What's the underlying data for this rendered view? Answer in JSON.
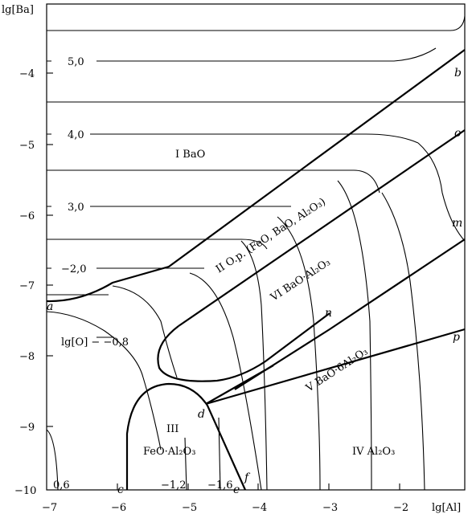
{
  "axes": {
    "y_label": "lg[Ba]",
    "x_label": "lg[Al]",
    "y_ticks": [
      "−4",
      "−5",
      "−6",
      "−7",
      "−8",
      "−9",
      "−10"
    ],
    "x_ticks": [
      "−7",
      "−6",
      "−5",
      "−4",
      "−3",
      "−2"
    ]
  },
  "isolines": {
    "label_5": "5,0",
    "label_4": "4,0",
    "label_3": "3,0",
    "label_2": "−2,0",
    "lgO_label": "lg[O] − −0,8",
    "bottom_06": "0,6",
    "bottom_12": "−1,2",
    "bottom_16": "−1,6"
  },
  "regions": {
    "r1": "I  BaO",
    "r2": "II O.p. (FeO, BaO, Al₂O₃)",
    "r6": "VI  BaO·Al₂O₃",
    "r5": "V  BaO·6Al₂O₃",
    "r4": "IV  Al₂O₃",
    "r3_num": "III",
    "r3_name": "FeO·Al₂O₃"
  },
  "points": {
    "a": "a",
    "b": "b",
    "c": "c",
    "d": "d",
    "e": "e",
    "f": "f",
    "m": "m",
    "n": "n",
    "o": "o",
    "p": "p"
  }
}
